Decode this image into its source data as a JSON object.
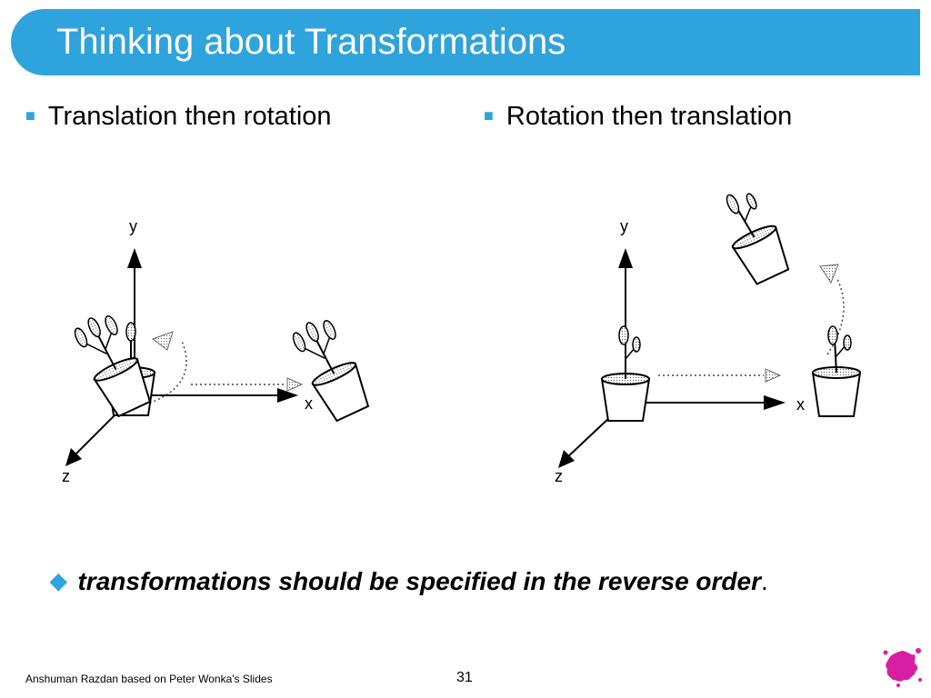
{
  "slide": {
    "title": "Thinking about Transformations",
    "bullets": [
      {
        "marker": "■",
        "text": "Translation then rotation"
      },
      {
        "marker": "■",
        "text": "Rotation then translation"
      }
    ],
    "axes": {
      "x": "x",
      "y": "y",
      "z": "z"
    },
    "conclusion": {
      "marker": "◆",
      "text": "transformations should be specified in the reverse order",
      "trailing": "."
    },
    "footer": {
      "credit": "Anshuman Razdan based on Peter Wonka's Slides",
      "page_number": "31"
    },
    "colors": {
      "accent": "#2ea3dc",
      "logo": "#d61fa3"
    }
  }
}
